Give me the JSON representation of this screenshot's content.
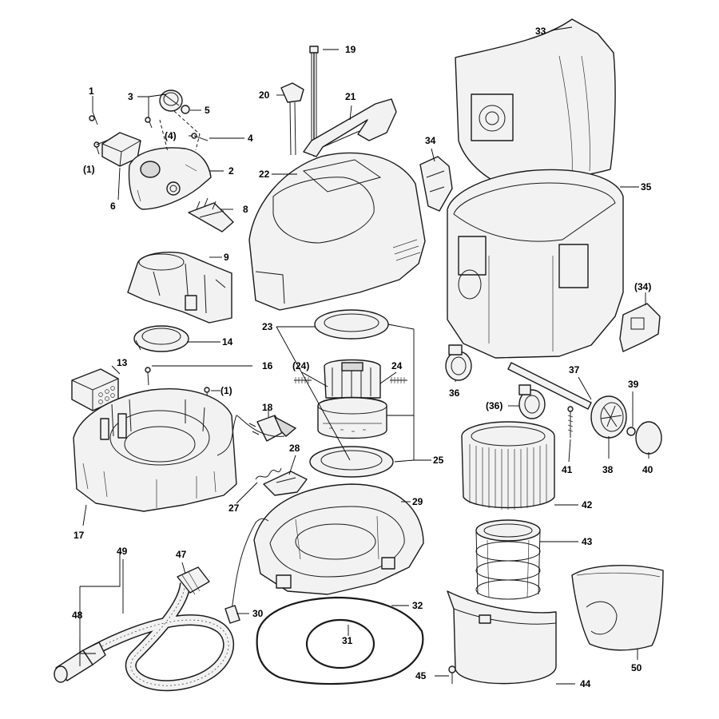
{
  "labels": {
    "l1": "1",
    "l1b": "(1)",
    "l1c": "(1)",
    "l2": "2",
    "l3": "3",
    "l4": "4",
    "l4b": "(4)",
    "l5": "5",
    "l6": "6",
    "l8": "8",
    "l9": "9",
    "l13": "13",
    "l14": "14",
    "l16": "16",
    "l17": "17",
    "l18": "18",
    "l19": "19",
    "l20": "20",
    "l21": "21",
    "l22": "22",
    "l23": "23",
    "l24": "24",
    "l24b": "(24)",
    "l25": "25",
    "l27": "27",
    "l28": "28",
    "l29": "29",
    "l30": "30",
    "l31": "31",
    "l32": "32",
    "l33": "33",
    "l34": "34",
    "l34b": "(34)",
    "l35": "35",
    "l36": "36",
    "l36b": "(36)",
    "l37": "37",
    "l38": "38",
    "l39": "39",
    "l40": "40",
    "l41": "41",
    "l42": "42",
    "l43": "43",
    "l44": "44",
    "l45": "45",
    "l47": "47",
    "l48": "48",
    "l49": "49",
    "l50": "50"
  }
}
